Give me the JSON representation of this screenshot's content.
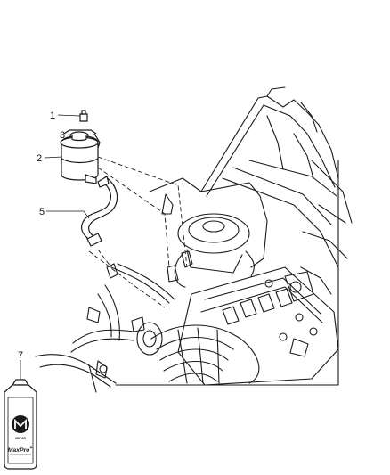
{
  "callouts": [
    {
      "label": "1"
    },
    {
      "label": "3"
    },
    {
      "label": "2"
    },
    {
      "label": "5"
    },
    {
      "label": "7"
    }
  ],
  "bottle": {
    "logo_text": "MOPAR",
    "brand_text": "MaxPro",
    "brand_mark": "+"
  },
  "icons": {
    "reservoir": "reservoir-icon",
    "cap": "cap-icon",
    "hose": "hose-icon",
    "engine": "engine-bay-icon",
    "bottle": "fluid-bottle-icon"
  }
}
